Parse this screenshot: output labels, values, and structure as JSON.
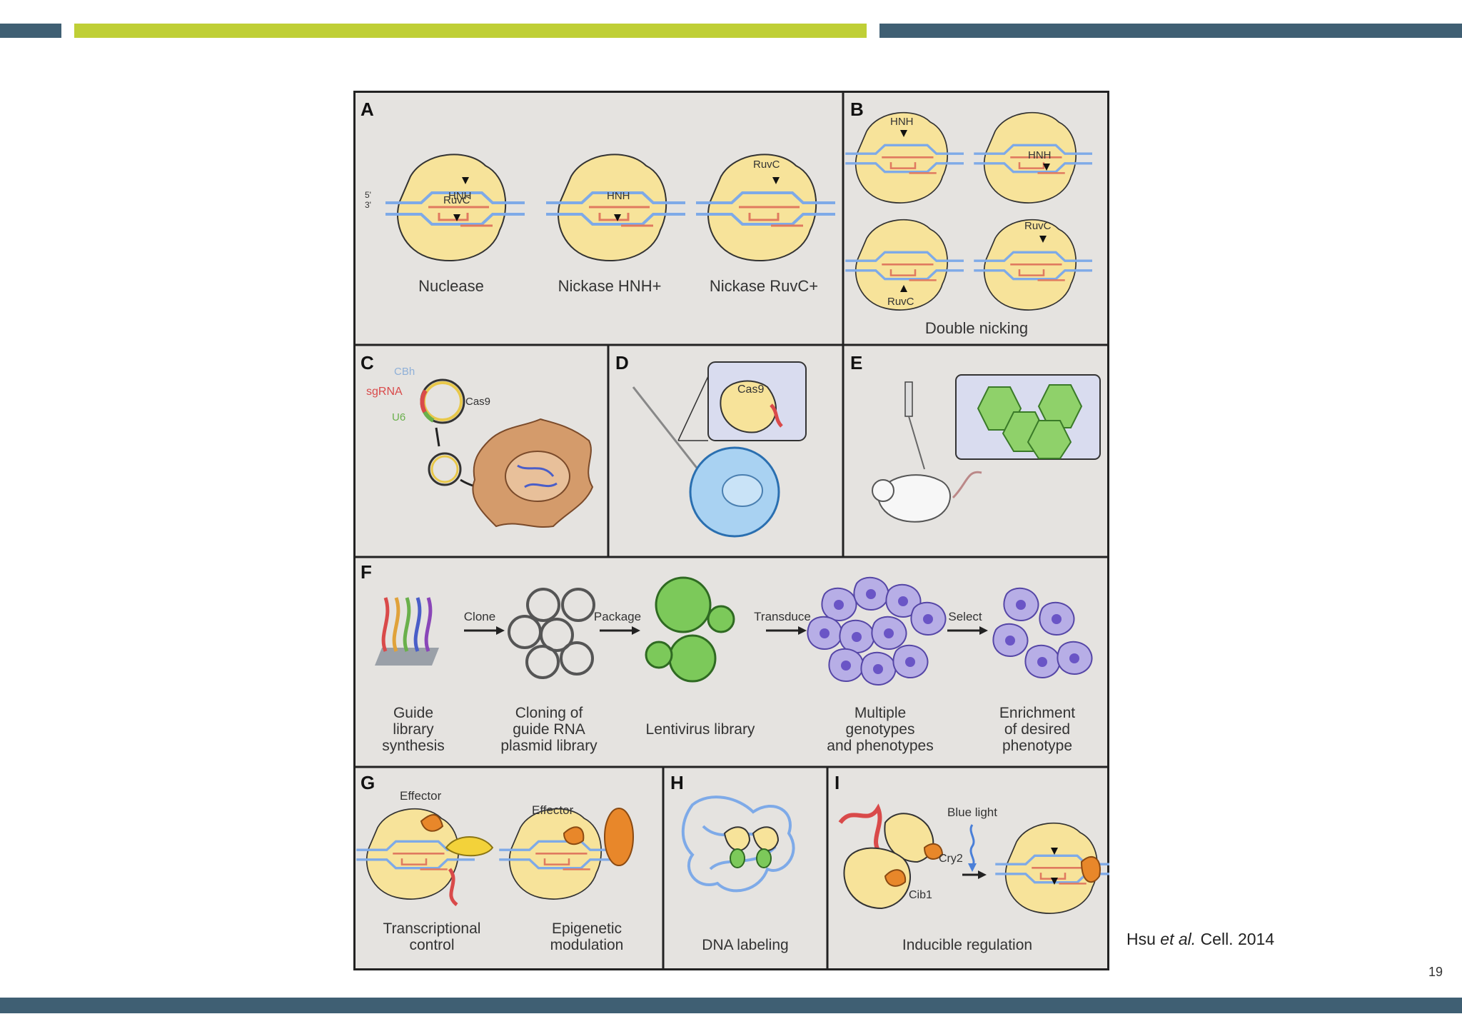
{
  "colors": {
    "dark_bar": "#3f5f73",
    "accent_bar": "#bfcf36",
    "figure_bg": "#e5e3e0",
    "protein": "#f7e39a",
    "dna": "#7eaae8",
    "rna": "#e07a5f"
  },
  "figure": {
    "panel_a": {
      "letter": "A",
      "labels": [
        "Nuclease",
        "Nickase HNH+",
        "Nickase RuvC+"
      ],
      "domains": [
        "RuvC",
        "HNH"
      ],
      "strand_5": "5'",
      "strand_3": "3'"
    },
    "panel_b": {
      "letter": "B",
      "caption": "Double nicking",
      "domains": [
        "HNH",
        "HNH",
        "RuvC",
        "RuvC"
      ]
    },
    "panel_c": {
      "letter": "C",
      "cbh": "CBh",
      "sgrna": "sgRNA",
      "u6": "U6",
      "cas9": "Cas9"
    },
    "panel_d": {
      "letter": "D",
      "cas9": "Cas9"
    },
    "panel_e": {
      "letter": "E"
    },
    "panel_f": {
      "letter": "F",
      "arrows": [
        "Clone",
        "Package",
        "Transduce",
        "Select"
      ],
      "steps": [
        [
          "Guide",
          "library",
          "synthesis"
        ],
        [
          "Cloning of",
          "guide RNA",
          "plasmid library"
        ],
        [
          "Lentivirus library"
        ],
        [
          "Multiple",
          "genotypes",
          "and phenotypes"
        ],
        [
          "Enrichment",
          "of desired",
          "phenotype"
        ]
      ]
    },
    "panel_g": {
      "letter": "G",
      "effector1": "Effector",
      "effector2": "Effector",
      "label1": [
        "Transcriptional",
        "control"
      ],
      "label2": [
        "Epigenetic",
        "modulation"
      ]
    },
    "panel_h": {
      "letter": "H",
      "label": "DNA labeling"
    },
    "panel_i": {
      "letter": "I",
      "blue_light": "Blue light",
      "cry2": "Cry2",
      "cib1": "Cib1",
      "label": "Inducible regulation"
    }
  },
  "citation": {
    "authors": "Hsu",
    "etal": "et al.",
    "journal": "Cell. 2014"
  },
  "page_number": "19"
}
